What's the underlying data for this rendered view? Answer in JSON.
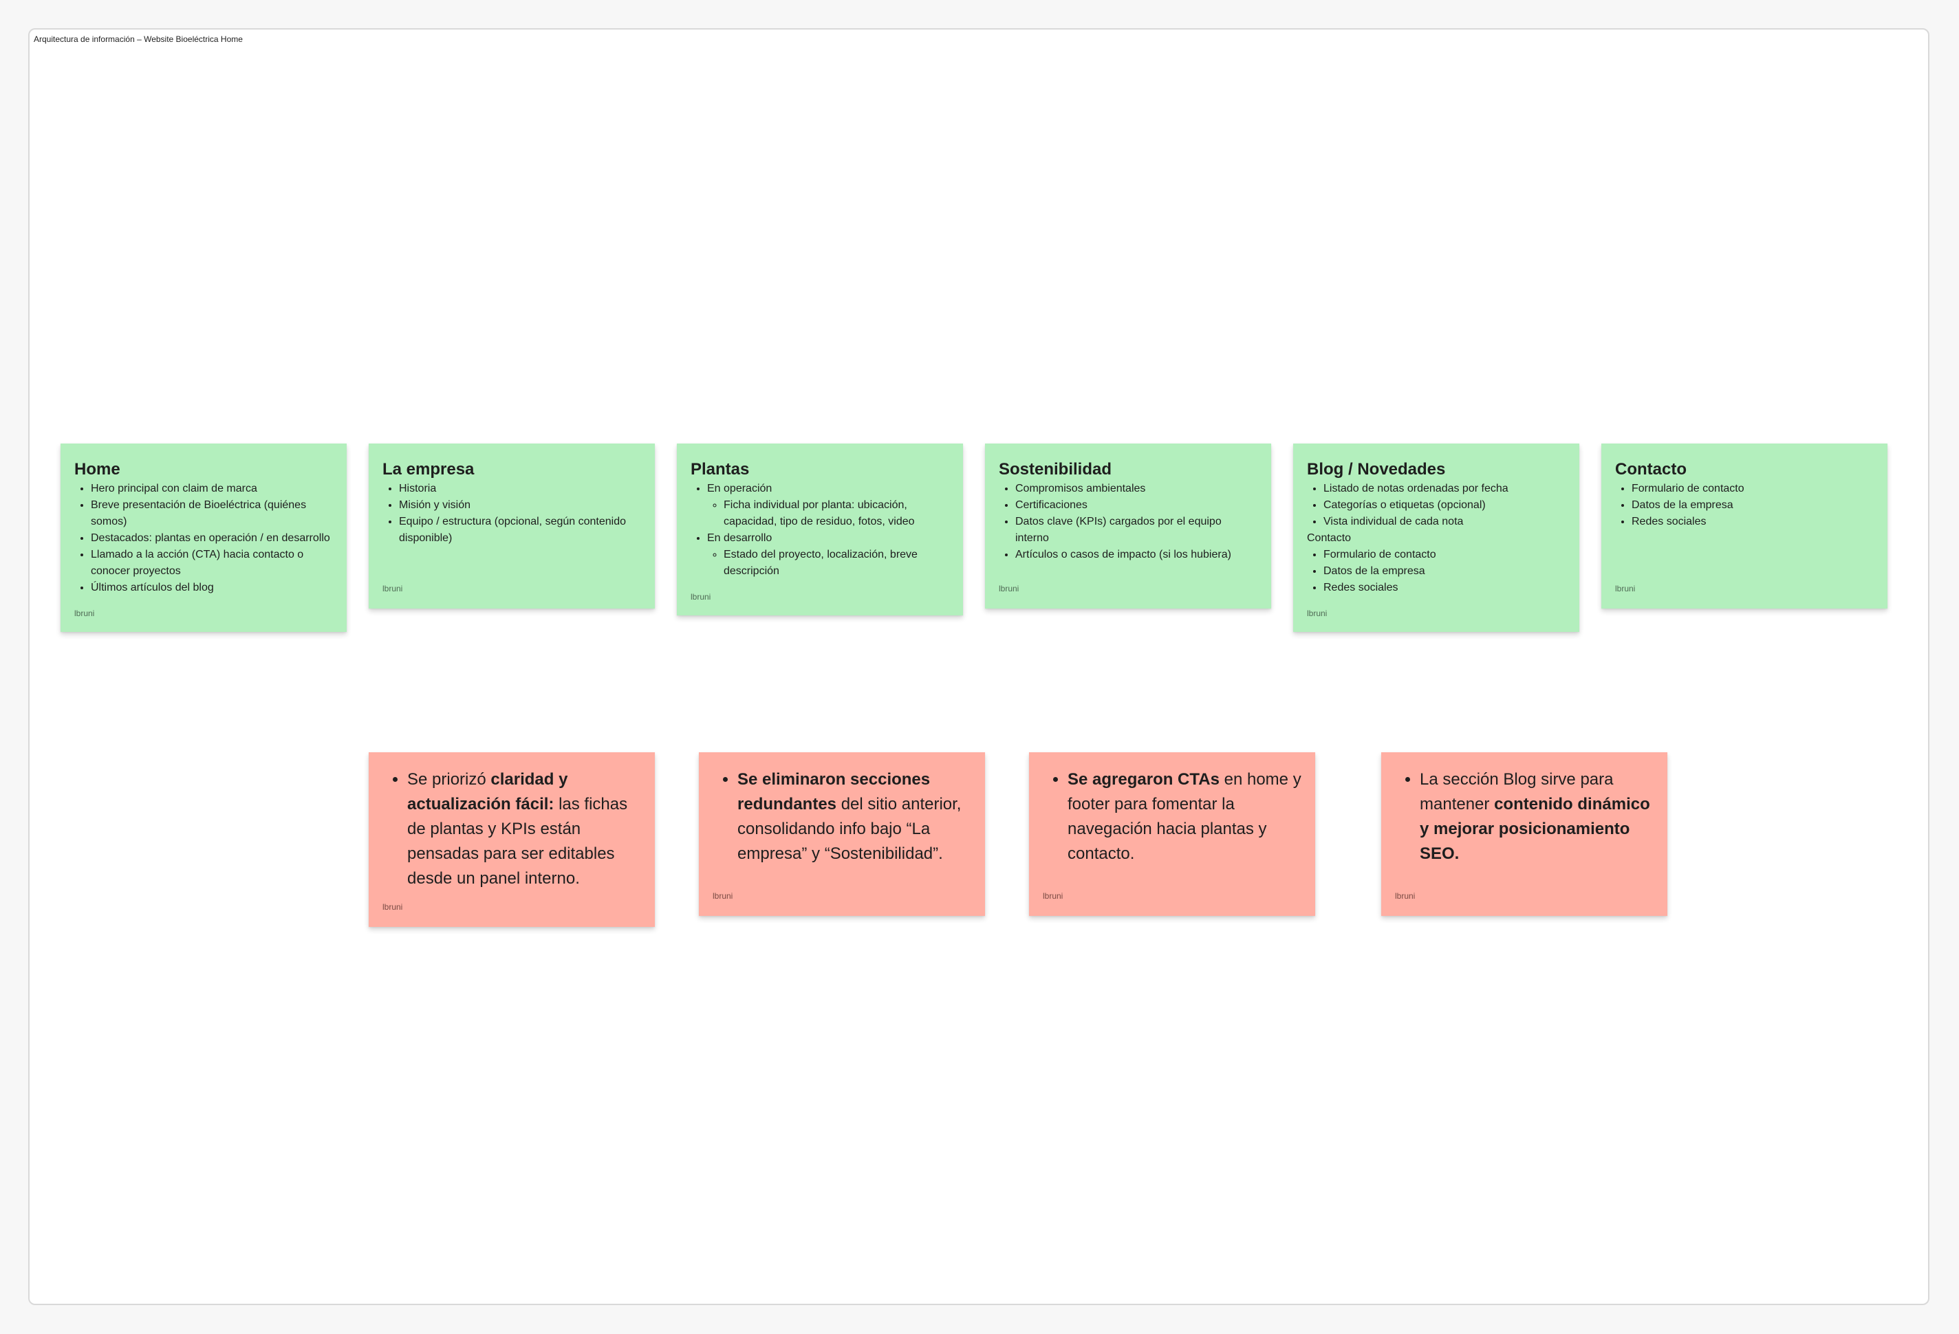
{
  "board": {
    "section_title": "Arquitectura de información – Website Bioeléctrica Home"
  },
  "colors": {
    "green_sticky": "#b3efbd",
    "red_sticky": "#ffafa3"
  },
  "green_cards": [
    {
      "title": "Home",
      "items": [
        "Hero principal con claim de marca",
        "Breve presentación de Bioeléctrica (quiénes somos)",
        "Destacados: plantas en operación / en desarrollo",
        "Llamado a la acción (CTA) hacia contacto o conocer proyectos",
        "Últimos artículos del blog"
      ],
      "author": "lbruni"
    },
    {
      "title": "La empresa",
      "items": [
        "Historia",
        "Misión y visión",
        "Equipo / estructura (opcional, según contenido disponible)"
      ],
      "author": "lbruni"
    },
    {
      "title": "Plantas",
      "item1": "En operación",
      "item1_sub": "Ficha individual por planta: ubicación, capacidad, tipo de residuo, fotos, video",
      "item2": "En desarrollo",
      "item2_sub": "Estado del proyecto, localización, breve descripción",
      "author": "lbruni"
    },
    {
      "title": "Sostenibilidad",
      "items": [
        "Compromisos ambientales",
        "Certificaciones",
        "Datos clave (KPIs) cargados por el equipo interno",
        "Artículos o casos de impacto (si los hubiera)"
      ],
      "author": "lbruni"
    },
    {
      "title": "Blog / Novedades",
      "items": [
        "Listado de notas ordenadas por fecha",
        "Categorías o etiquetas (opcional)",
        "Vista individual de cada nota"
      ],
      "subheading": "Contacto",
      "items2": [
        "Formulario de contacto",
        "Datos de la empresa",
        "Redes sociales"
      ],
      "author": "lbruni"
    },
    {
      "title": "Contacto",
      "items": [
        "Formulario de contacto",
        "Datos de la empresa",
        "Redes sociales"
      ],
      "author": "lbruni"
    }
  ],
  "red_notes": [
    {
      "pre": "Se priorizó ",
      "bold": "claridad y actualización fácil:",
      "post": " las fichas de plantas y KPIs están pensadas para ser editables desde un panel interno.",
      "author": "lbruni"
    },
    {
      "pre": "",
      "bold": "Se eliminaron secciones redundantes",
      "post": " del sitio anterior, consolidando info bajo “La empresa” y “Sostenibilidad”.",
      "author": "lbruni"
    },
    {
      "pre": "",
      "bold": "Se agregaron CTAs",
      "post": " en home y footer para fomentar la navegación hacia plantas y contacto.",
      "author": "lbruni"
    },
    {
      "pre": "La sección Blog sirve para mantener ",
      "bold": "contenido dinámico y mejorar posicionamiento SEO.",
      "post": "",
      "author": "lbruni"
    }
  ]
}
